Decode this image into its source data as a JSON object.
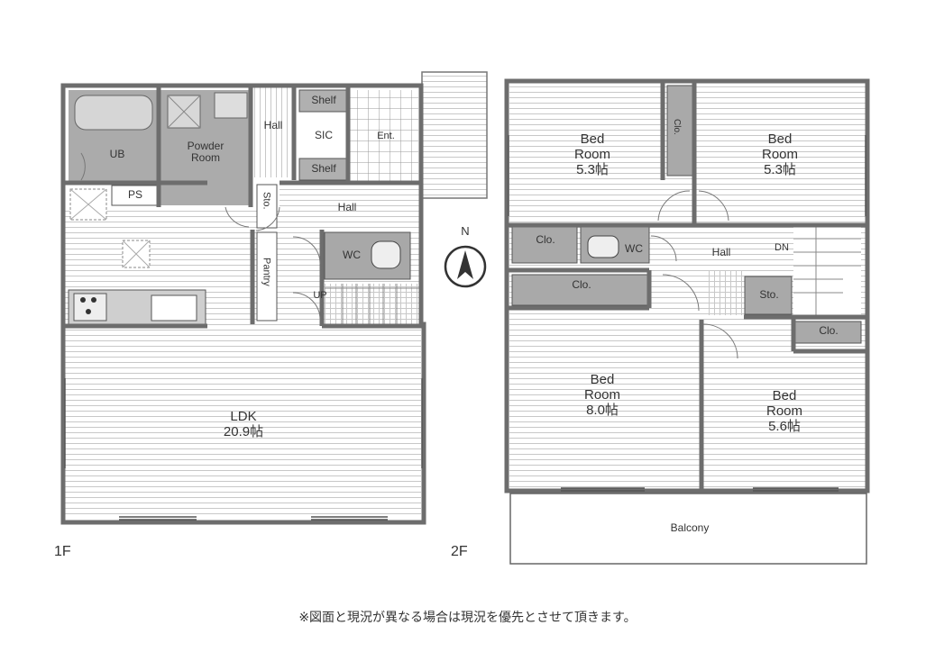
{
  "floors": {
    "first": "1F",
    "second": "2F"
  },
  "rooms_1f": {
    "ub": "UB",
    "powder": "Powder\nRoom",
    "hall_top": "Hall",
    "shelf_top": "Shelf",
    "sic": "SIC",
    "shelf_bottom": "Shelf",
    "ent": "Ent.",
    "ps": "PS",
    "sto": "Sto.",
    "hall": "Hall",
    "wc": "WC",
    "pantry": "Pantry",
    "up": "UP",
    "ldk": "LDK\n20.9帖"
  },
  "rooms_2f": {
    "bed_nw": "Bed\nRoom\n5.3帖",
    "clo_mid": "Clo.",
    "bed_ne": "Bed\nRoom\n5.3帖",
    "clo_small": "Clo.",
    "wc": "WC",
    "hall": "Hall",
    "dn": "DN",
    "clo_long": "Clo.",
    "sto": "Sto.",
    "clo_right": "Clo.",
    "bed_sw": "Bed\nRoom\n8.0帖",
    "bed_se": "Bed\nRoom\n5.6帖",
    "balcony": "Balcony"
  },
  "compass": "N",
  "note": "※図面と現況が異なる場合は現況を優先とさせて頂きます。"
}
